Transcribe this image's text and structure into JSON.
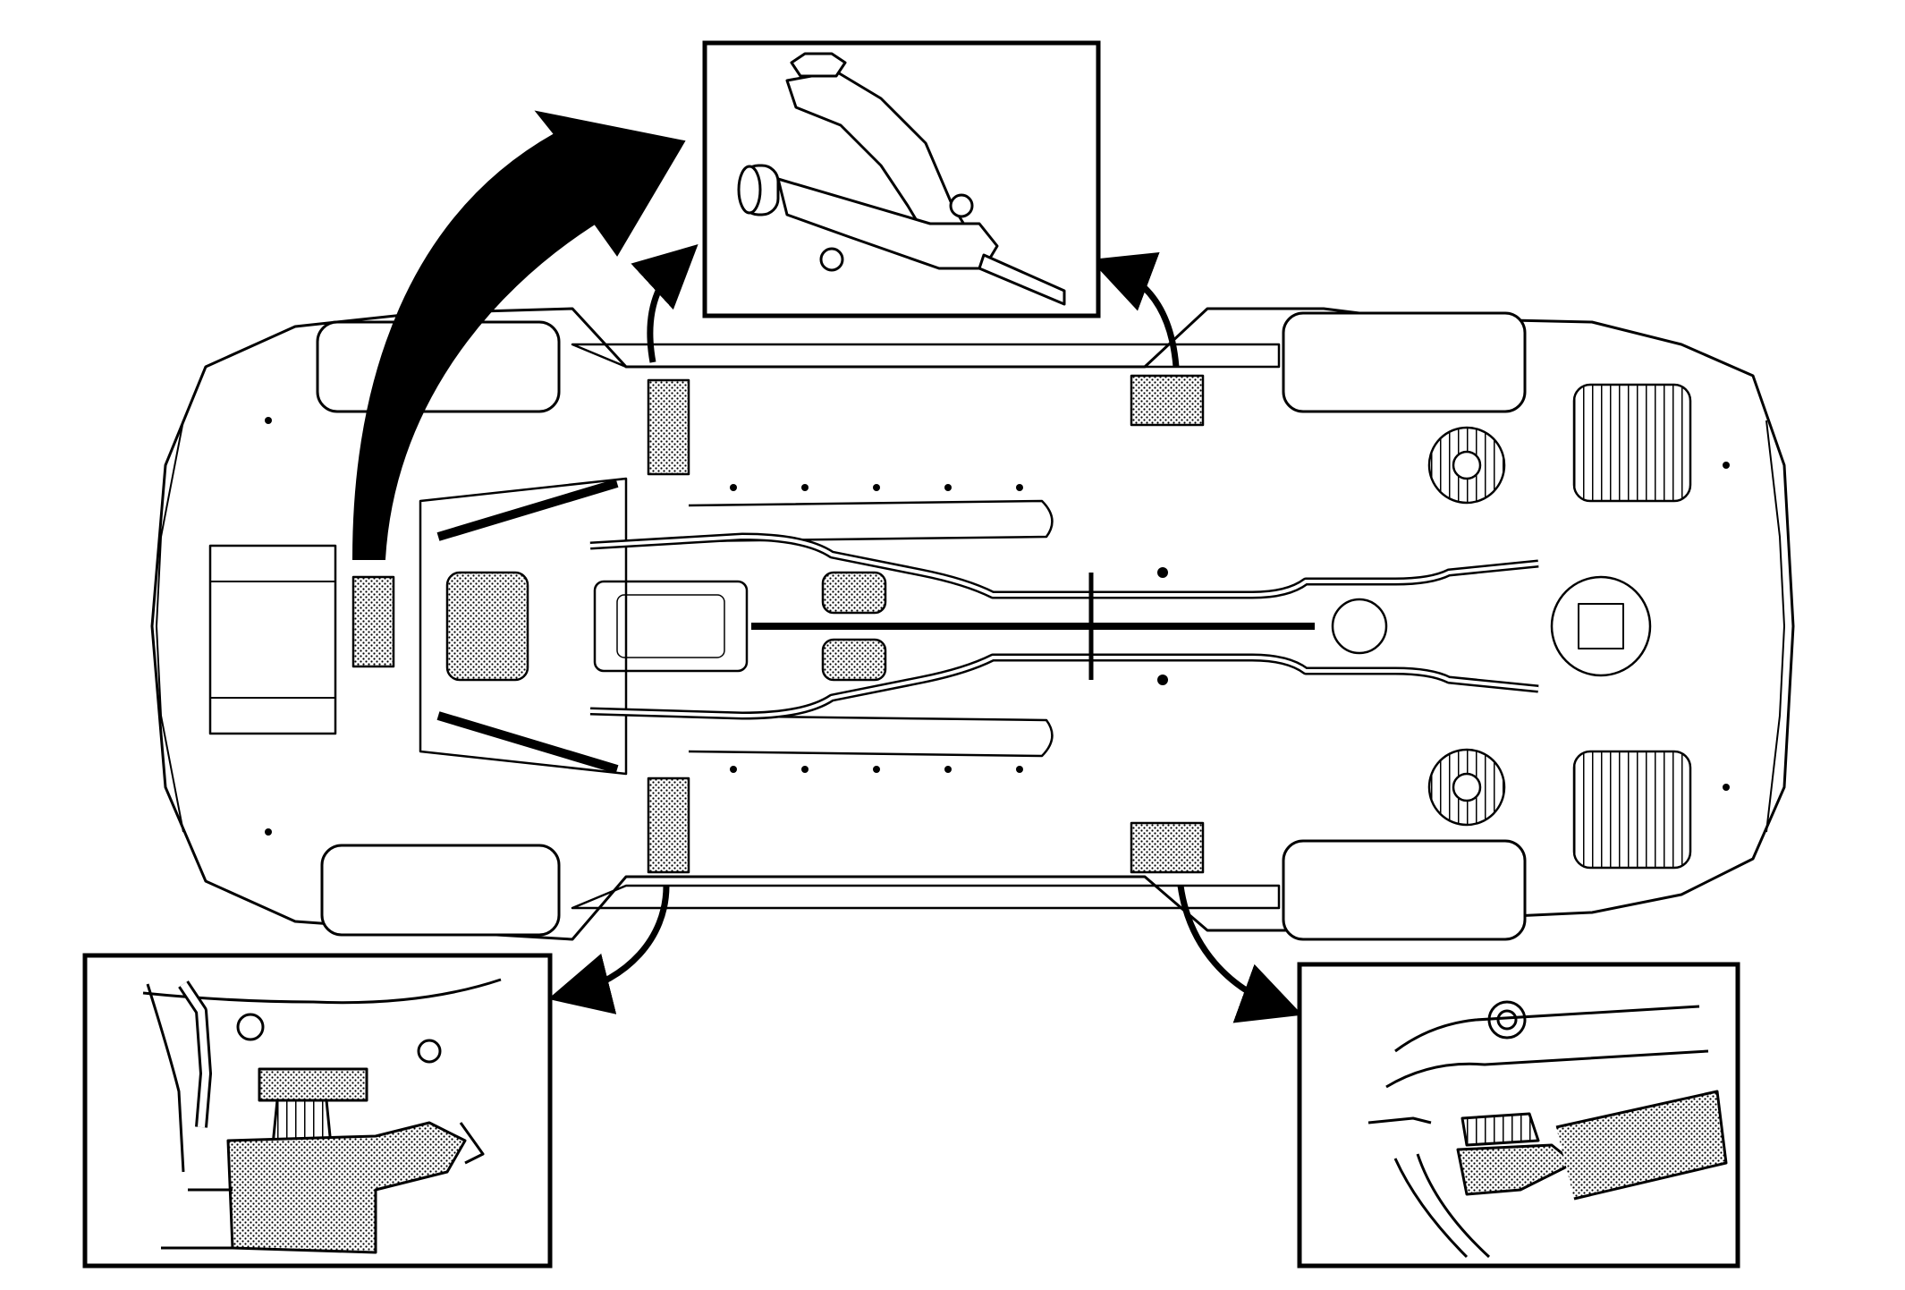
{
  "figure": {
    "subject": "vehicle-underbody-lift-points",
    "views": [
      {
        "id": "main",
        "name": "underbody-plan-view"
      },
      {
        "id": "inset-top",
        "name": "floor-jack-detail"
      },
      {
        "id": "inset-bottom-left",
        "name": "front-lift-point-detail"
      },
      {
        "id": "inset-bottom-right",
        "name": "rear-lift-point-detail"
      }
    ],
    "lift_points": [
      "front-left",
      "front-right",
      "rear-left",
      "rear-right",
      "front-crossmember"
    ],
    "colors": {
      "line": "#000000",
      "paper": "#ffffff",
      "stipple": "#8a8a8a"
    }
  }
}
